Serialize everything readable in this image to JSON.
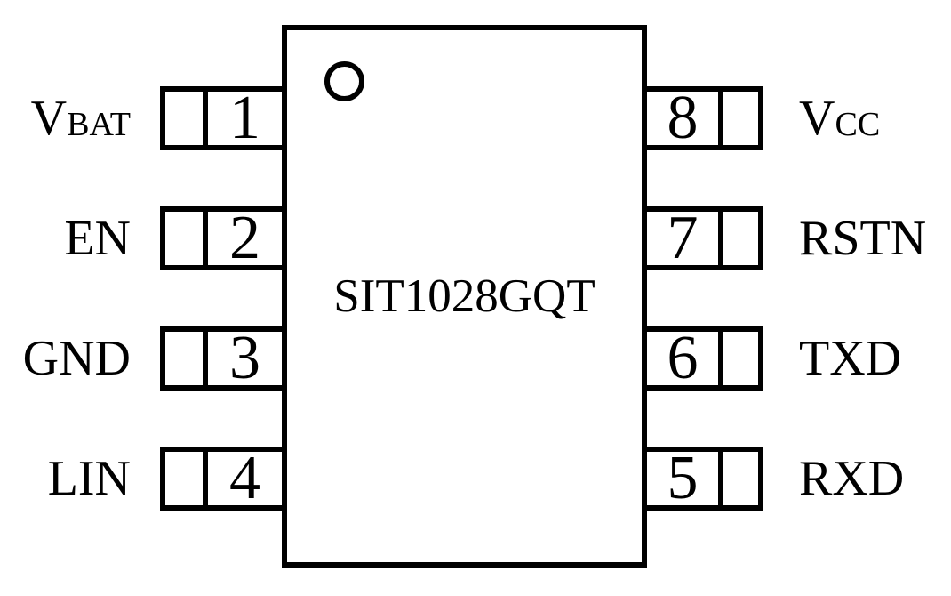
{
  "chip": {
    "name": "SIT1028GQT",
    "package_marker": "pin-1-indicator-dot",
    "colors": {
      "line": "#000000",
      "background": "#ffffff",
      "text": "#000000"
    },
    "pins_left": [
      {
        "number": "1",
        "label": "V",
        "label_sub": "BAT"
      },
      {
        "number": "2",
        "label": "EN",
        "label_sub": ""
      },
      {
        "number": "3",
        "label": "GND",
        "label_sub": ""
      },
      {
        "number": "4",
        "label": "LIN",
        "label_sub": ""
      }
    ],
    "pins_right": [
      {
        "number": "8",
        "label": "V",
        "label_sub": "CC"
      },
      {
        "number": "7",
        "label": "RSTN",
        "label_sub": ""
      },
      {
        "number": "6",
        "label": "TXD",
        "label_sub": ""
      },
      {
        "number": "5",
        "label": "RXD",
        "label_sub": ""
      }
    ]
  }
}
